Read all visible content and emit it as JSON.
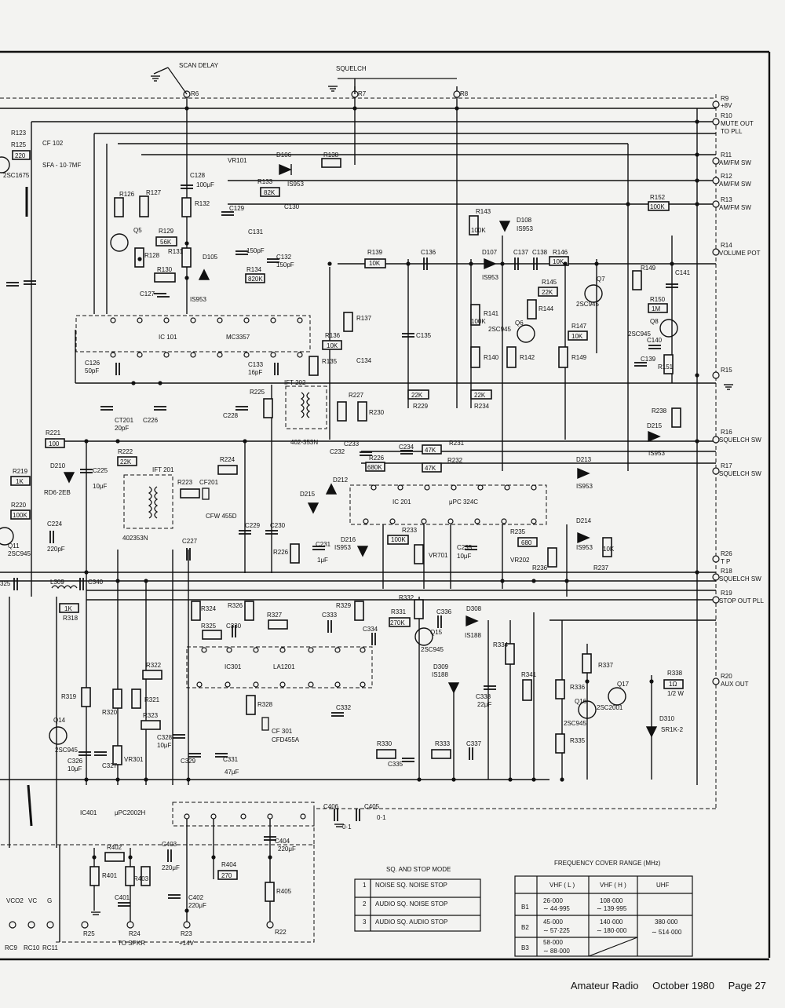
{
  "labels": {
    "scan_delay": "SCAN DELAY",
    "squelch": "SQUELCH",
    "r6": "R6",
    "r7": "R7",
    "r8": "R8",
    "r9": "R9",
    "r9_sub": "+8V",
    "r10": "R10",
    "r10_sub": "MUTE OUT",
    "r10_sub2": "TO PLL",
    "r11": "R11",
    "r11_sub": "AM/FM SW",
    "r12": "R12",
    "r12_sub": "AM/FM SW",
    "r13": "R13",
    "r13_sub": "AM/FM SW",
    "r14": "R14",
    "r14_sub": "VOLUME POT",
    "r15": "R15",
    "r16": "R16",
    "r16_sub": "SQUELCH SW",
    "r17": "R17",
    "r17_sub": "SQUELCH SW",
    "r26": "R26",
    "r26_sub": "T P",
    "r18": "R18",
    "r18_sub": "SQUELCH SW",
    "r19": "R19",
    "r19_sub": "STOP OUT PLL",
    "r20": "R20",
    "r20_sub": "AUX OUT",
    "r123": "R123",
    "r125": "R125",
    "r125_val": "220",
    "cf102": "CF 102",
    "cf102_val": "SFA - 10·7MF",
    "q2sc": "2SC1675",
    "vr101": "VR101",
    "d106": "D106",
    "d106_type": "IS953",
    "r138": "R138",
    "r133": "R133",
    "r133_val": "82K",
    "c128": "C128",
    "c128_val": "100μF",
    "r126": "R126",
    "r127": "R127",
    "r132": "R132",
    "c129": "C129",
    "c130": "C130",
    "q5": "Q5",
    "r129": "R129",
    "r129_val": "56K",
    "r131": "R131",
    "d105": "D105",
    "r128": "R128",
    "r130": "R130",
    "c127": "C127",
    "d105_type": "IS953",
    "c131": "C131",
    "c131_val": "150pF",
    "c132": "C132",
    "c132_val": "150pF",
    "r134": "R134",
    "r134_val": "820K",
    "ic101": "IC 101",
    "ic101_type": "MC3357",
    "c126": "C126",
    "c126_val": "50pF",
    "c133": "C133",
    "c133_val": "16pF",
    "ct201": "CT201",
    "ct201_val": "20pF",
    "c226": "C226",
    "c228": "C228",
    "r225": "R225",
    "ift202": "IFT 202",
    "ift202_type": "402-353N",
    "r221": "R221",
    "r221_val": "100",
    "r222": "R222",
    "r222_val": "22K",
    "ift201": "IFT 201",
    "ift201_type": "402353N",
    "r223": "R223",
    "cf201": "CF201",
    "cfw": "CFW 455D",
    "r224": "R224",
    "c229": "C229",
    "c230": "C230",
    "r219": "R219",
    "r219_val": "1K",
    "d210": "D210",
    "d210_type": "RD6·2EB",
    "c225": "C225",
    "c225_val": "10μF",
    "r220": "R220",
    "r220_val": "100K",
    "c224": "C224",
    "c224_val": "220pF",
    "q11": "Q11",
    "q11_type": "2SC945",
    "c227": "C227",
    "c325": "325",
    "l309": "L309",
    "c340": "C340",
    "r318": "R318",
    "r318_val": "1K",
    "r136": "R136",
    "r136_val": "10K",
    "r135": "R135",
    "r137": "R137",
    "c134": "C134",
    "r139": "R139",
    "r139_val": "10K",
    "c136": "C136",
    "c135": "C135",
    "r227": "R227",
    "r230": "R230",
    "r229": "R229",
    "r229_val": "22K",
    "r234": "R234",
    "r234_val": "22K",
    "c232": "C232",
    "c233": "C233",
    "c234": "C234",
    "r226": "R226",
    "r226_val": "680K",
    "r231": "R231",
    "r231_val": "47K",
    "r232": "R232",
    "r232_val": "47K",
    "d215b": "D215",
    "d212": "D212",
    "ic201": "IC 201",
    "ic201_type": "μPC 324C",
    "d216": "D216",
    "d216_type": "IS953",
    "r226b": "R226",
    "c231": "C231",
    "c231_val": "1μF",
    "r233": "R233",
    "r233_val": "100K",
    "vr701": "VR701",
    "c235": "C235",
    "c235_val": "10μF",
    "vr202": "VR202",
    "r235": "R235",
    "r235_val": "680",
    "r236": "R236",
    "d213": "D213",
    "d213_type": "IS953",
    "d214": "D214",
    "d214_type": "IS953",
    "r237": "R237",
    "r237_val": "10K",
    "r238": "R238",
    "d215": "D215",
    "d215_type": "IS953",
    "r143": "R143",
    "r143_val": "100K",
    "d108": "D108",
    "d108_type": "IS953",
    "r152": "R152",
    "r152_val": "100K",
    "d107": "D107",
    "d107_type": "IS953",
    "c137": "C137",
    "c138": "C138",
    "r146": "R146",
    "r146_val": "10K",
    "r145": "R145",
    "r145_val": "22K",
    "q7": "Q7",
    "q7_type": "2SC945",
    "r141": "R141",
    "r141_val": "100K",
    "r144": "R144",
    "q6": "Q6",
    "q6_type": "2SC945",
    "r147": "R147",
    "r147_val": "10K",
    "r142": "R142",
    "r149b": "R149",
    "r140": "R140",
    "r149": "R149",
    "c141": "C141",
    "r150": "R150",
    "r150_val": "1M",
    "q8": "Q8",
    "c140": "C140",
    "c139": "C139",
    "r151": "R151",
    "q8_type": "2SC945",
    "r324": "R324",
    "r326": "R326",
    "r327": "R327",
    "c333": "C333",
    "r329": "R329",
    "r325": "R325",
    "c330": "C330",
    "c334": "C334",
    "ic301": "IC301",
    "ic301_type": "LA1201",
    "r332": "R332",
    "r331": "R331",
    "r331_val": "270K",
    "c336": "C336",
    "d308": "D308",
    "d308_type": "IS188",
    "q15": "Q15",
    "q15_type": "2SC945",
    "r334": "R334",
    "r341": "R341",
    "d309": "D309",
    "d309_type": "IS188",
    "c338": "C338",
    "c338_val": "22μF",
    "r322": "R322",
    "r319": "R319",
    "r321": "R321",
    "r320": "R320",
    "r328": "R328",
    "r323": "R323",
    "c332": "C332",
    "cf301": "CF 301",
    "cf301_type": "CFD455A",
    "q14": "Q14",
    "q14_type": "2SC945",
    "c326": "C326",
    "c326_val": "10μF",
    "c327": "C327",
    "vr301": "VR301",
    "c328": "C328",
    "c328_val": "10μF",
    "c329": "C329",
    "c331": "C331",
    "c331_val": "47μF",
    "r330": "R330",
    "c335": "C335",
    "r333": "R333",
    "c337": "C337",
    "r337": "R337",
    "r336": "R336",
    "q16": "Q16",
    "q16_type": "2SC945",
    "r335": "R335",
    "q17": "Q17",
    "q17_type": "2SC2001",
    "r338": "R338",
    "r338_val": "1Ω",
    "r338_w": "1/2 W",
    "d310": "D310",
    "d310_type": "SR1K-2",
    "ic401": "IC401",
    "ic401_type": "μPC2002H",
    "c406": "C406",
    "c405": "C405",
    "c406_val": "0·1",
    "c405_val": "0·1",
    "c403": "C403",
    "c403_val": "220μF",
    "c404": "C404",
    "c404_val": "220μF",
    "r402": "R402",
    "r401": "R401",
    "r403": "R403",
    "c401": "C401",
    "r404": "R404",
    "r404_val": "270",
    "c402": "C402",
    "c402_val": "220μF",
    "r405": "R405",
    "r25": "R25",
    "r24": "R24",
    "r24_sub": "TO SPKR",
    "r23": "R23",
    "r23_sub": "+14V",
    "r22": "R22",
    "vco2": "VCO2",
    "vc": "VC",
    "g": "G",
    "rc9": "RC9",
    "rc10": "RC10",
    "rc11": "RC11",
    "r153": "R123"
  },
  "sq_table": {
    "title": "SQ. AND STOP MODE",
    "rows": [
      {
        "num": "1",
        "text": "NOISE SQ.  NOISE STOP"
      },
      {
        "num": "2",
        "text": "AUDIO SQ.  NOISE STOP"
      },
      {
        "num": "3",
        "text": "AUDIO SQ.  AUDIO STOP"
      }
    ]
  },
  "freq_table": {
    "title": "FREQUENCY  COVER  RANGE  (MHz)",
    "headers": [
      "VHF ( L )",
      "VHF ( H )",
      "UHF"
    ],
    "rows": [
      {
        "band": "B1",
        "l1": "26·000",
        "l2": "∼ 44·995",
        "h1": "108·000",
        "h2": "∼ 139·995",
        "u1": "",
        "u2": ""
      },
      {
        "band": "B2",
        "l1": "45·000",
        "l2": "∼ 57·225",
        "h1": "140·000",
        "h2": "∼ 180·000",
        "u1": "380·000",
        "u2": "∼ 514·000"
      },
      {
        "band": "B3",
        "l1": "58·000",
        "l2": "∼ 88·000",
        "h1": "",
        "h2": "",
        "u1": "",
        "u2": ""
      }
    ]
  },
  "footer": {
    "publication": "Amateur Radio",
    "issue": "October 1980",
    "page": "Page 27"
  }
}
